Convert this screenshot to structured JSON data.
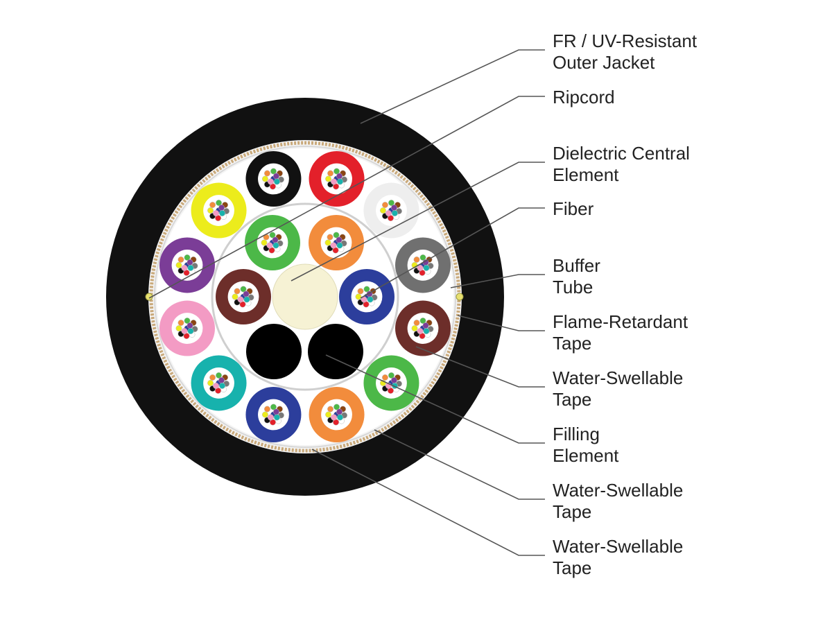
{
  "colors": {
    "jacket": "#111111",
    "leader": "#555555",
    "label_text": "#222222",
    "central_element": "#f6f2d4",
    "filling_element": "#000000",
    "tape_ring": "#c9a97a"
  },
  "cable": {
    "outer_tubes": [
      {
        "name": "black",
        "color": "#111111"
      },
      {
        "name": "red",
        "color": "#e3202a"
      },
      {
        "name": "white",
        "color": "#eeeeee"
      },
      {
        "name": "slate",
        "color": "#707070"
      },
      {
        "name": "brown",
        "color": "#6d2e2a"
      },
      {
        "name": "green",
        "color": "#4cb848"
      },
      {
        "name": "orange",
        "color": "#f28c3c"
      },
      {
        "name": "blue",
        "color": "#2c3e9c"
      },
      {
        "name": "aqua",
        "color": "#17b2ad"
      },
      {
        "name": "rose",
        "color": "#f39bc4"
      },
      {
        "name": "violet",
        "color": "#7b3d97"
      },
      {
        "name": "yellow",
        "color": "#ecec1c"
      }
    ],
    "inner_tubes": [
      {
        "name": "green",
        "color": "#4cb848"
      },
      {
        "name": "orange",
        "color": "#f28c3c"
      },
      {
        "name": "blue",
        "color": "#2c3e9c"
      },
      {
        "name": "brown",
        "color": "#6d2e2a"
      }
    ],
    "fiber_colors": [
      "#2c3e9c",
      "#f28c3c",
      "#4cb848",
      "#8b4513",
      "#777777",
      "#ffffff",
      "#e3202a",
      "#111111",
      "#ecec1c",
      "#7b3d97",
      "#f39bc4",
      "#17b2ad"
    ],
    "filling_elements": 2
  },
  "callouts": [
    {
      "id": "outer-jacket",
      "lines": [
        "FR / UV-Resistant",
        "Outer Jacket"
      ]
    },
    {
      "id": "ripcord",
      "lines": [
        "Ripcord"
      ]
    },
    {
      "id": "central-element",
      "lines": [
        "Dielectric Central",
        "Element"
      ]
    },
    {
      "id": "fiber",
      "lines": [
        "Fiber"
      ]
    },
    {
      "id": "buffer-tube",
      "lines": [
        "Buffer",
        "Tube"
      ]
    },
    {
      "id": "flame-retardant-tape",
      "lines": [
        "Flame-Retardant",
        "Tape"
      ]
    },
    {
      "id": "water-swellable-tape-1",
      "lines": [
        "Water-Swellable",
        "Tape"
      ]
    },
    {
      "id": "filling-element",
      "lines": [
        "Filling",
        "Element"
      ]
    },
    {
      "id": "water-swellable-tape-2",
      "lines": [
        "Water-Swellable",
        "Tape"
      ]
    },
    {
      "id": "water-swellable-tape-3",
      "lines": [
        "Water-Swellable",
        "Tape"
      ]
    }
  ]
}
